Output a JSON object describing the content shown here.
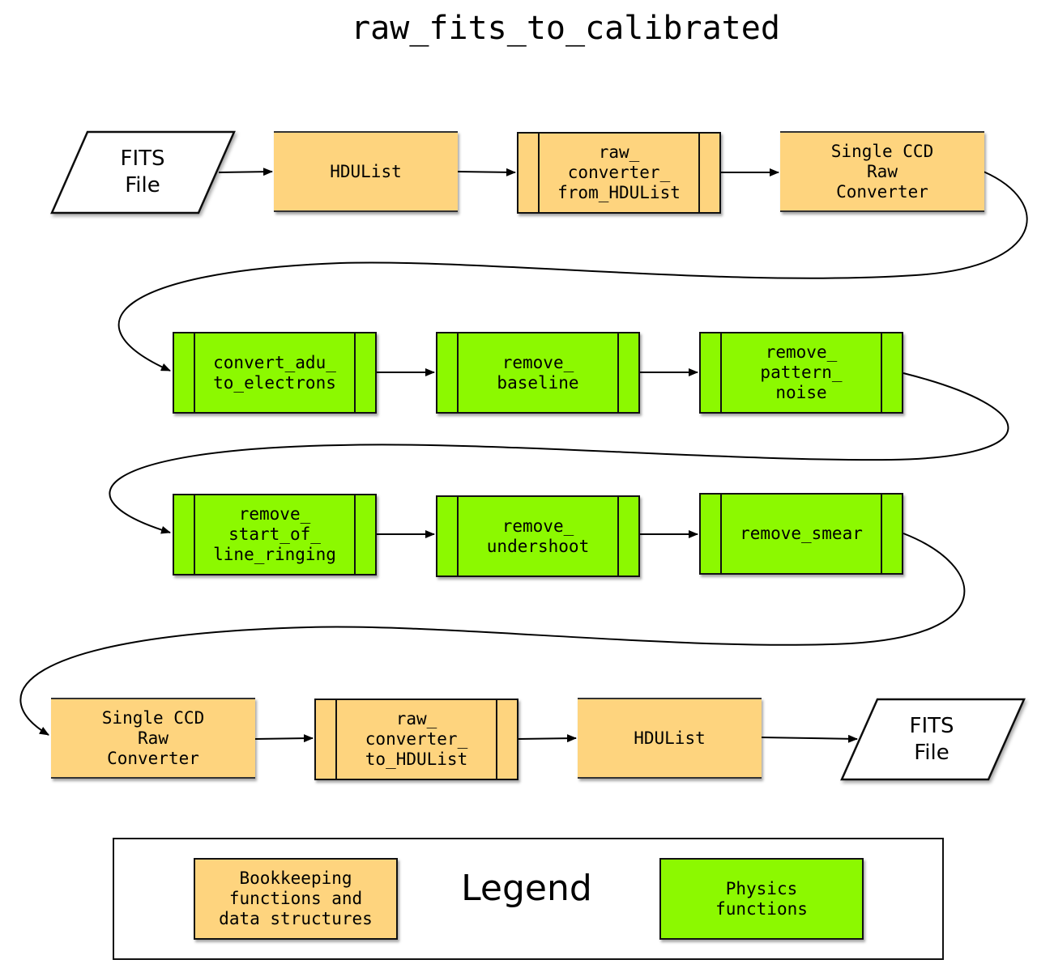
{
  "title": "raw_fits_to_calibrated",
  "nodes": {
    "fits_in": "FITS\nFile",
    "hdulist_in": "HDUList",
    "raw_converter_from_hdulist": "raw_\nconverter_\nfrom_HDUList",
    "single_ccd_raw_converter_1": "Single CCD\nRaw\nConverter",
    "convert_adu_to_electrons": "convert_adu_\nto_electrons",
    "remove_baseline": "remove_\nbaseline",
    "remove_pattern_noise": "remove_\npattern_\nnoise",
    "remove_start_of_line_ringing": "remove_\nstart_of_\nline_ringing",
    "remove_undershoot": "remove_\nundershoot",
    "remove_smear": "remove_smear",
    "single_ccd_raw_converter_2": "Single CCD\nRaw\nConverter",
    "raw_converter_to_hdulist": "raw_\nconverter_\nto_HDUList",
    "hdulist_out": "HDUList",
    "fits_out": "FITS\nFile"
  },
  "legend": {
    "title": "Legend",
    "bookkeeping": "Bookkeeping\nfunctions and\ndata structures",
    "physics": "Physics\nfunctions"
  },
  "colors": {
    "bookkeeping": "#fed47e",
    "physics": "#8cf900",
    "io": "#ffffff"
  }
}
